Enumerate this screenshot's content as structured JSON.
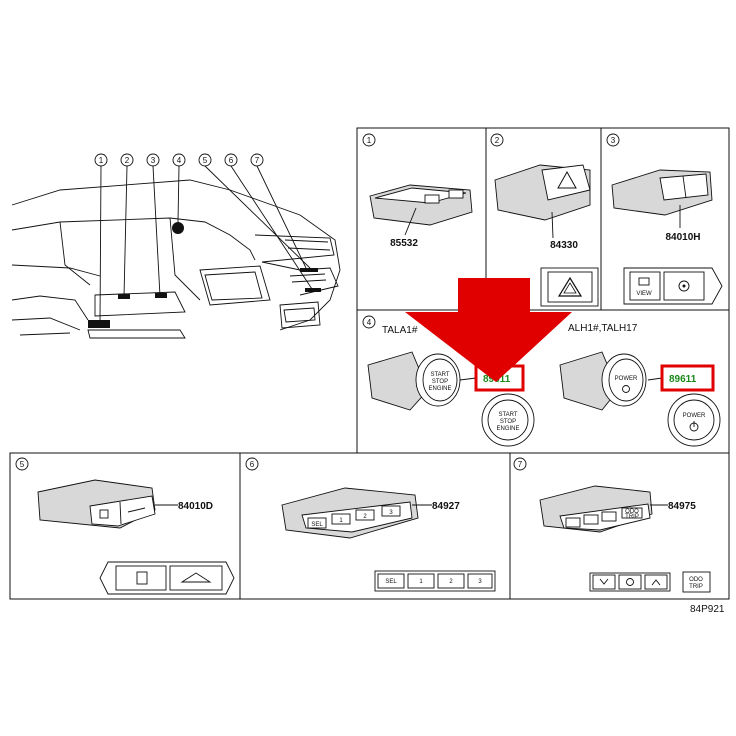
{
  "overview": {
    "callouts": [
      "1",
      "2",
      "3",
      "4",
      "5",
      "6",
      "7"
    ]
  },
  "panels": [
    {
      "index": "1",
      "part_no": "85532"
    },
    {
      "index": "2",
      "part_no": "84330"
    },
    {
      "index": "3",
      "part_no": "84010H",
      "labels": [
        "VIEW"
      ]
    },
    {
      "index": "4",
      "left_caption": "TALA1#",
      "right_caption": "ALH1#,TALH17",
      "left_part_no": "89611",
      "right_part_no": "89611",
      "start_stop_words": [
        "START",
        "STOP",
        "ENGINE"
      ],
      "power_word": "POWER"
    },
    {
      "index": "5",
      "part_no": "84010D"
    },
    {
      "index": "6",
      "part_no": "84927",
      "buttons": [
        "SEL",
        "1",
        "2",
        "3"
      ]
    },
    {
      "index": "7",
      "part_no": "84975",
      "odo_lines": [
        "ODO",
        "TRIP"
      ]
    }
  ],
  "diagram_code": "84P921",
  "colors": {
    "highlight": "#e00000",
    "part_text_highlight": "#1a8a1a"
  }
}
